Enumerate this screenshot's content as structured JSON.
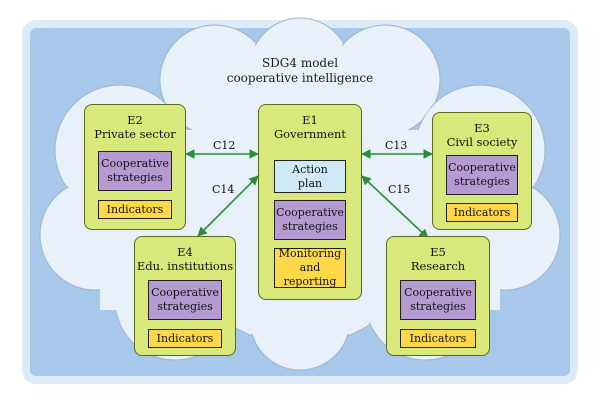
{
  "title": [
    "SDG4 model",
    "cooperative intelligence"
  ],
  "colors": {
    "frame": "#dcebf7",
    "panel": "#a7c8ea",
    "cloud": "#e8f1fa",
    "entity": "#d9e87a",
    "cooperative": "#b59bd1",
    "indicators": "#ffd84a",
    "action": "#cfe9f7",
    "arrow": "#2e8b3a"
  },
  "entities": {
    "e1": {
      "code": "E1",
      "name": "Government",
      "action": [
        "Action",
        "plan"
      ],
      "coop": [
        "Cooperative",
        "strategies"
      ],
      "monitoring": [
        "Monitoring",
        "and reporting"
      ]
    },
    "e2": {
      "code": "E2",
      "name": "Private sector",
      "coop": [
        "Cooperative",
        "strategies"
      ],
      "indicators": "Indicators"
    },
    "e3": {
      "code": "E3",
      "name": "Civil society",
      "coop": [
        "Cooperative",
        "strategies"
      ],
      "indicators": "Indicators"
    },
    "e4": {
      "code": "E4",
      "name": "Edu. institutions",
      "coop": [
        "Cooperative",
        "strategies"
      ],
      "indicators": "Indicators"
    },
    "e5": {
      "code": "E5",
      "name": "Research",
      "coop": [
        "Cooperative",
        "strategies"
      ],
      "indicators": "Indicators"
    }
  },
  "connections": {
    "c12": "C12",
    "c13": "C13",
    "c14": "C14",
    "c15": "C15"
  }
}
